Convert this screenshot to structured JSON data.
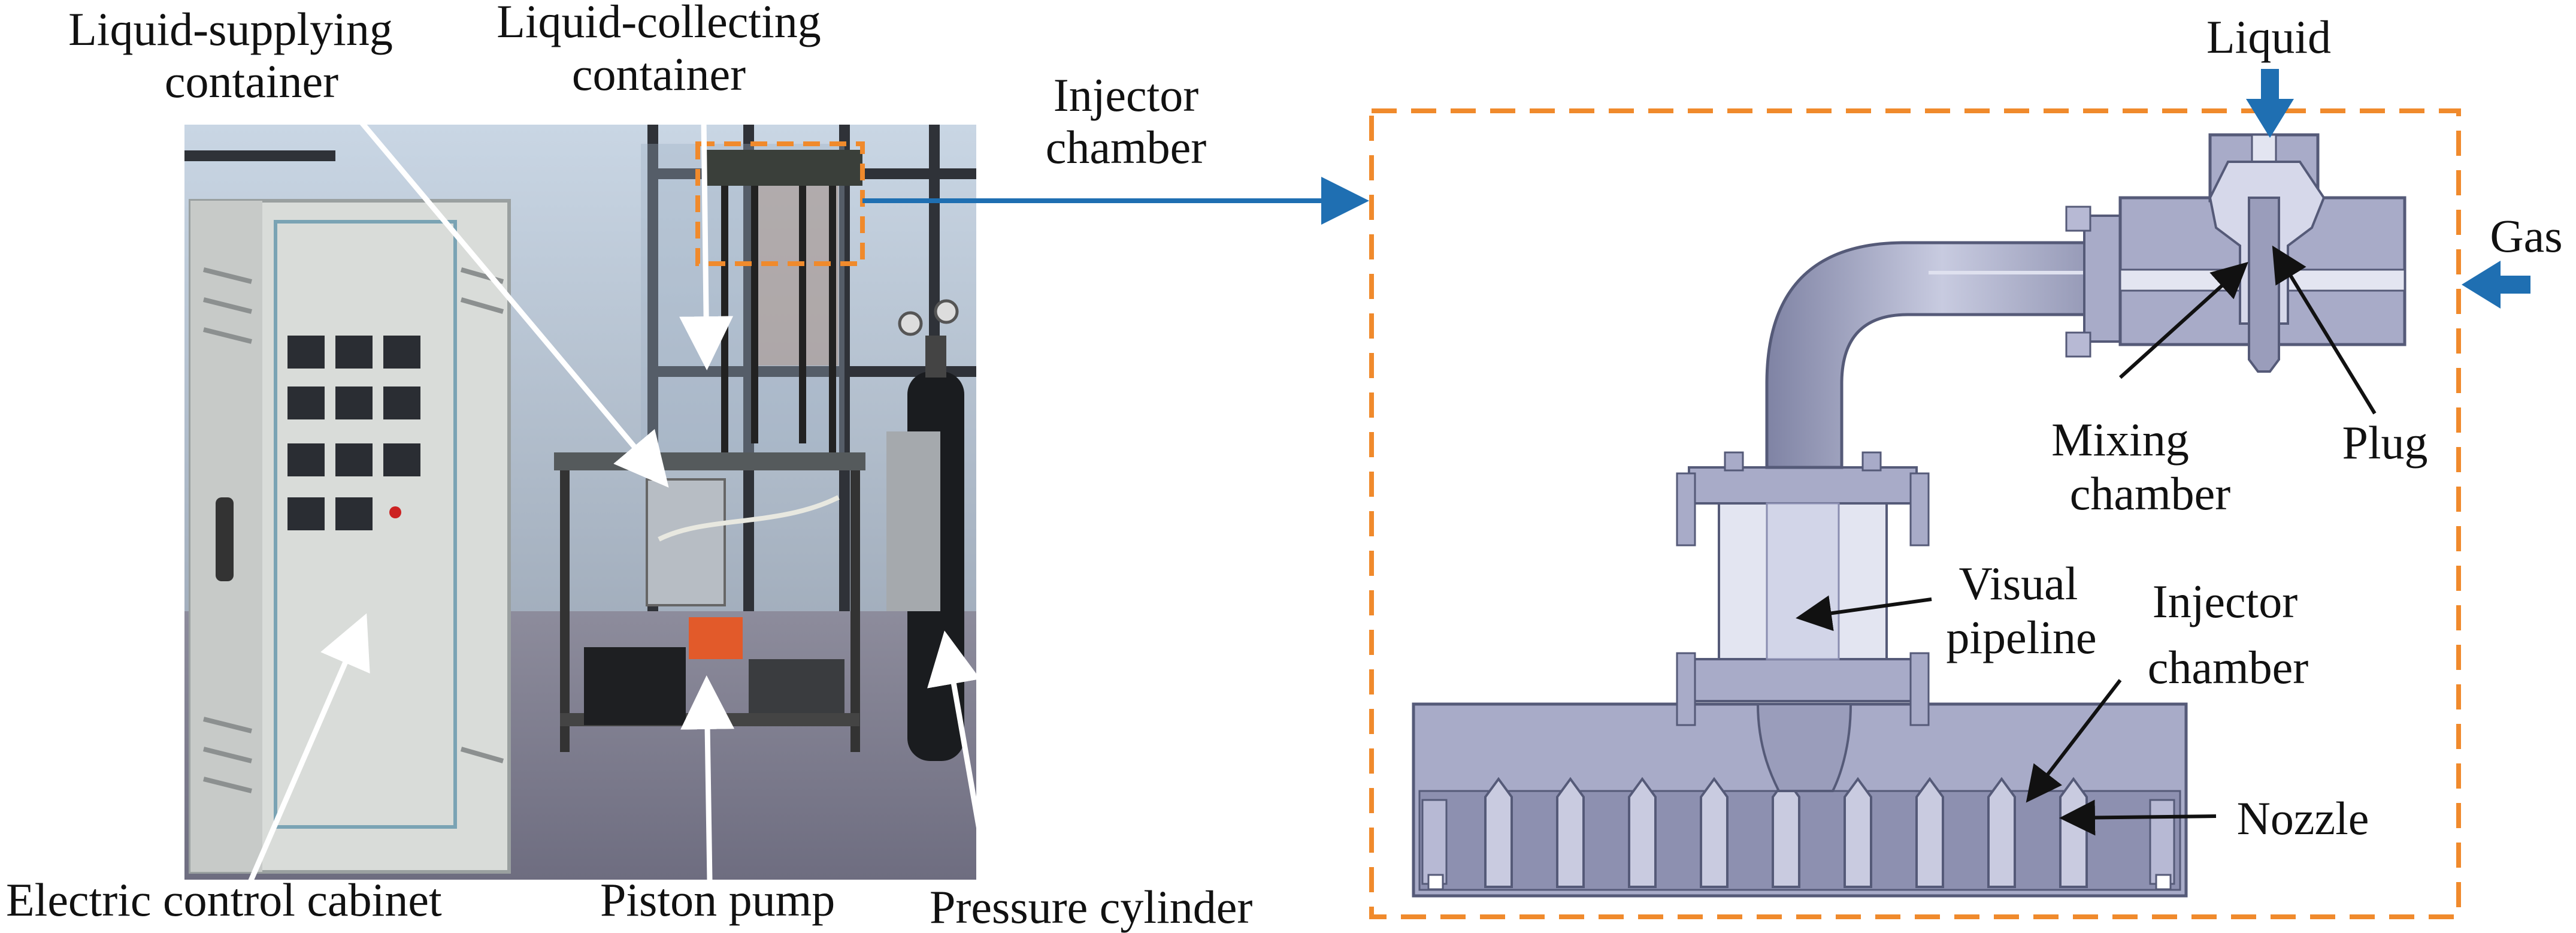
{
  "photo_labels": {
    "liquid_supplying": [
      "Liquid-supplying",
      "container"
    ],
    "liquid_collecting": [
      "Liquid-collecting",
      "container"
    ],
    "electric_cabinet": "Electric control cabinet",
    "piston_pump": "Piston pump",
    "pressure_cylinder": "Pressure cylinder"
  },
  "link_label": [
    "Injector",
    "chamber"
  ],
  "schematic_labels": {
    "liquid": "Liquid",
    "gas": "Gas",
    "mixing_chamber": [
      "Mixing",
      "chamber"
    ],
    "plug": "Plug",
    "visual_pipeline": [
      "Visual",
      "pipeline"
    ],
    "injector_chamber": [
      "Injector",
      "chamber"
    ],
    "nozzle": "Nozzle"
  },
  "colors": {
    "callout_border": "#f08a2c",
    "link_arrow": "#1f6fb2",
    "flow_arrow": "#1f6fb2",
    "metal": "#a8abc8",
    "metal_dark": "#6d7090",
    "glass": "#e3e5f1"
  }
}
